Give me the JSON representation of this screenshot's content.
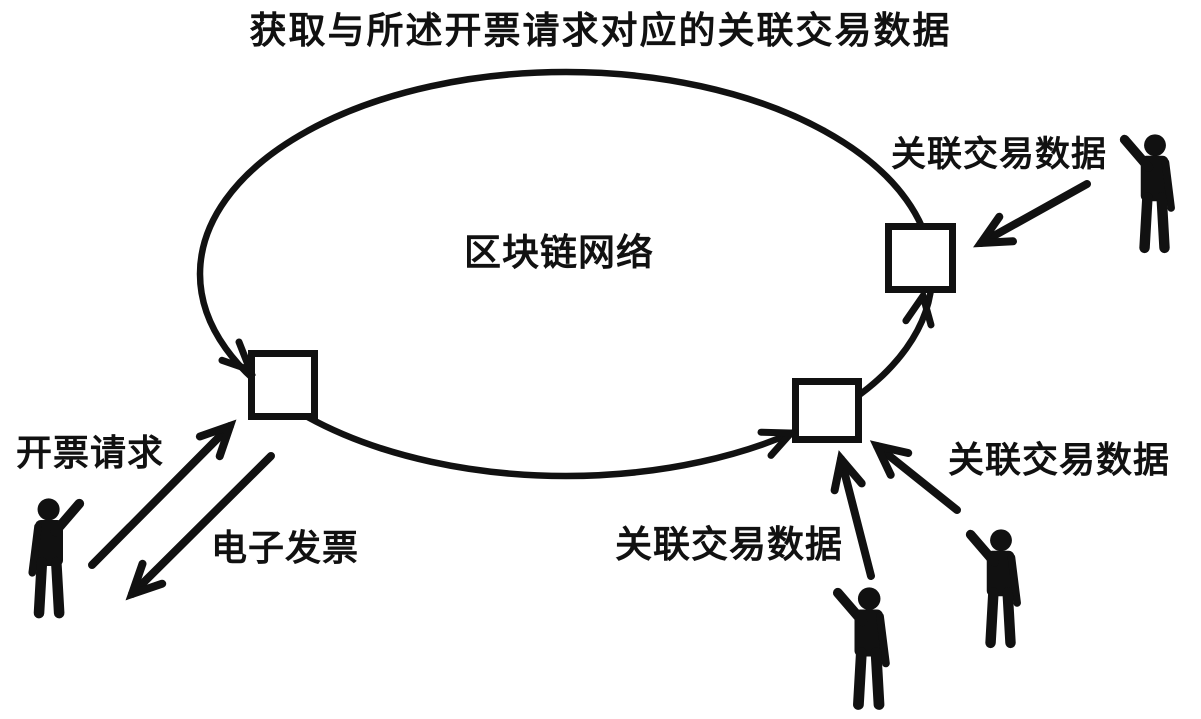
{
  "diagram": {
    "title": "获取与所述开票请求对应的关联交易数据",
    "network_label": "区块链网络",
    "labels": {
      "invoice_request": "开票请求",
      "electronic_invoice": "电子发票",
      "related_tx_top_right": "关联交易数据",
      "related_tx_bottom": "关联交易数据",
      "related_tx_right": "关联交易数据"
    },
    "nodes": [
      {
        "id": "node-left",
        "shape": "square"
      },
      {
        "id": "node-bottom-middle",
        "shape": "square"
      },
      {
        "id": "node-top-right",
        "shape": "square"
      }
    ],
    "persons": [
      {
        "id": "person-invoice-requester",
        "pose": "arm-raised-right"
      },
      {
        "id": "person-top-right",
        "pose": "arm-raised-left"
      },
      {
        "id": "person-bottom-middle",
        "pose": "arm-raised-left"
      },
      {
        "id": "person-right",
        "pose": "arm-raised-left"
      }
    ],
    "colors": {
      "ink": "#111111",
      "background": "#ffffff"
    }
  }
}
